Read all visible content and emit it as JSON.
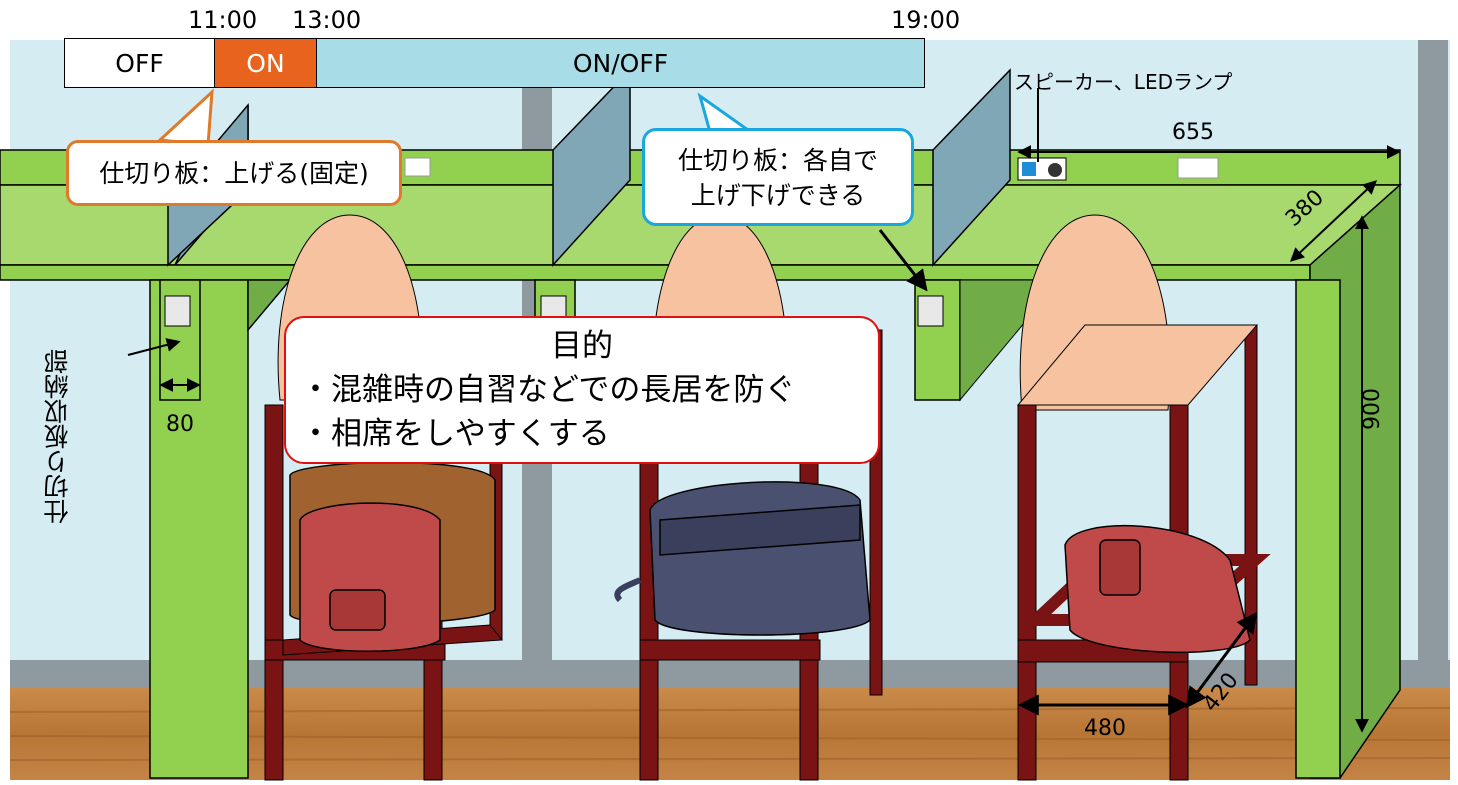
{
  "timeline": {
    "times": [
      "11:00",
      "13:00",
      "19:00"
    ],
    "segments": [
      {
        "label": "OFF",
        "color": "#ffffff"
      },
      {
        "label": "ON",
        "color": "#e8641e"
      },
      {
        "label": "ON/OFF",
        "color": "#a8dde8"
      }
    ]
  },
  "callouts": {
    "fixed": "仕切り板：上げる(固定)",
    "adjustable_line1": "仕切り板：各自で",
    "adjustable_line2": "上げ下げできる"
  },
  "labels": {
    "speaker_led": "スピーカー、LEDランプ",
    "partition_storage": "仕切り板収納部"
  },
  "purpose": {
    "title": "目的",
    "items": [
      "・混雑時の自習などでの長居を防ぐ",
      "・相席をしやすくする"
    ]
  },
  "dimensions": {
    "desk_width": "655",
    "desk_depth": "380",
    "storage_width": "80",
    "desk_height": "900",
    "chair_width": "480",
    "chair_depth": "420"
  },
  "colors": {
    "desk_green": "#92d050",
    "chair_maroon": "#7a1414",
    "wall_blue": "#d5ecf3",
    "partition_blue": "#7fa7b5",
    "floor_wood": "#b8773a",
    "timeline_on": "#e8641e",
    "timeline_onoff": "#a8dde8",
    "callout_fixed_border": "#e07a2a",
    "callout_adjust_border": "#1aa7dd",
    "purpose_border": "#e01010"
  }
}
